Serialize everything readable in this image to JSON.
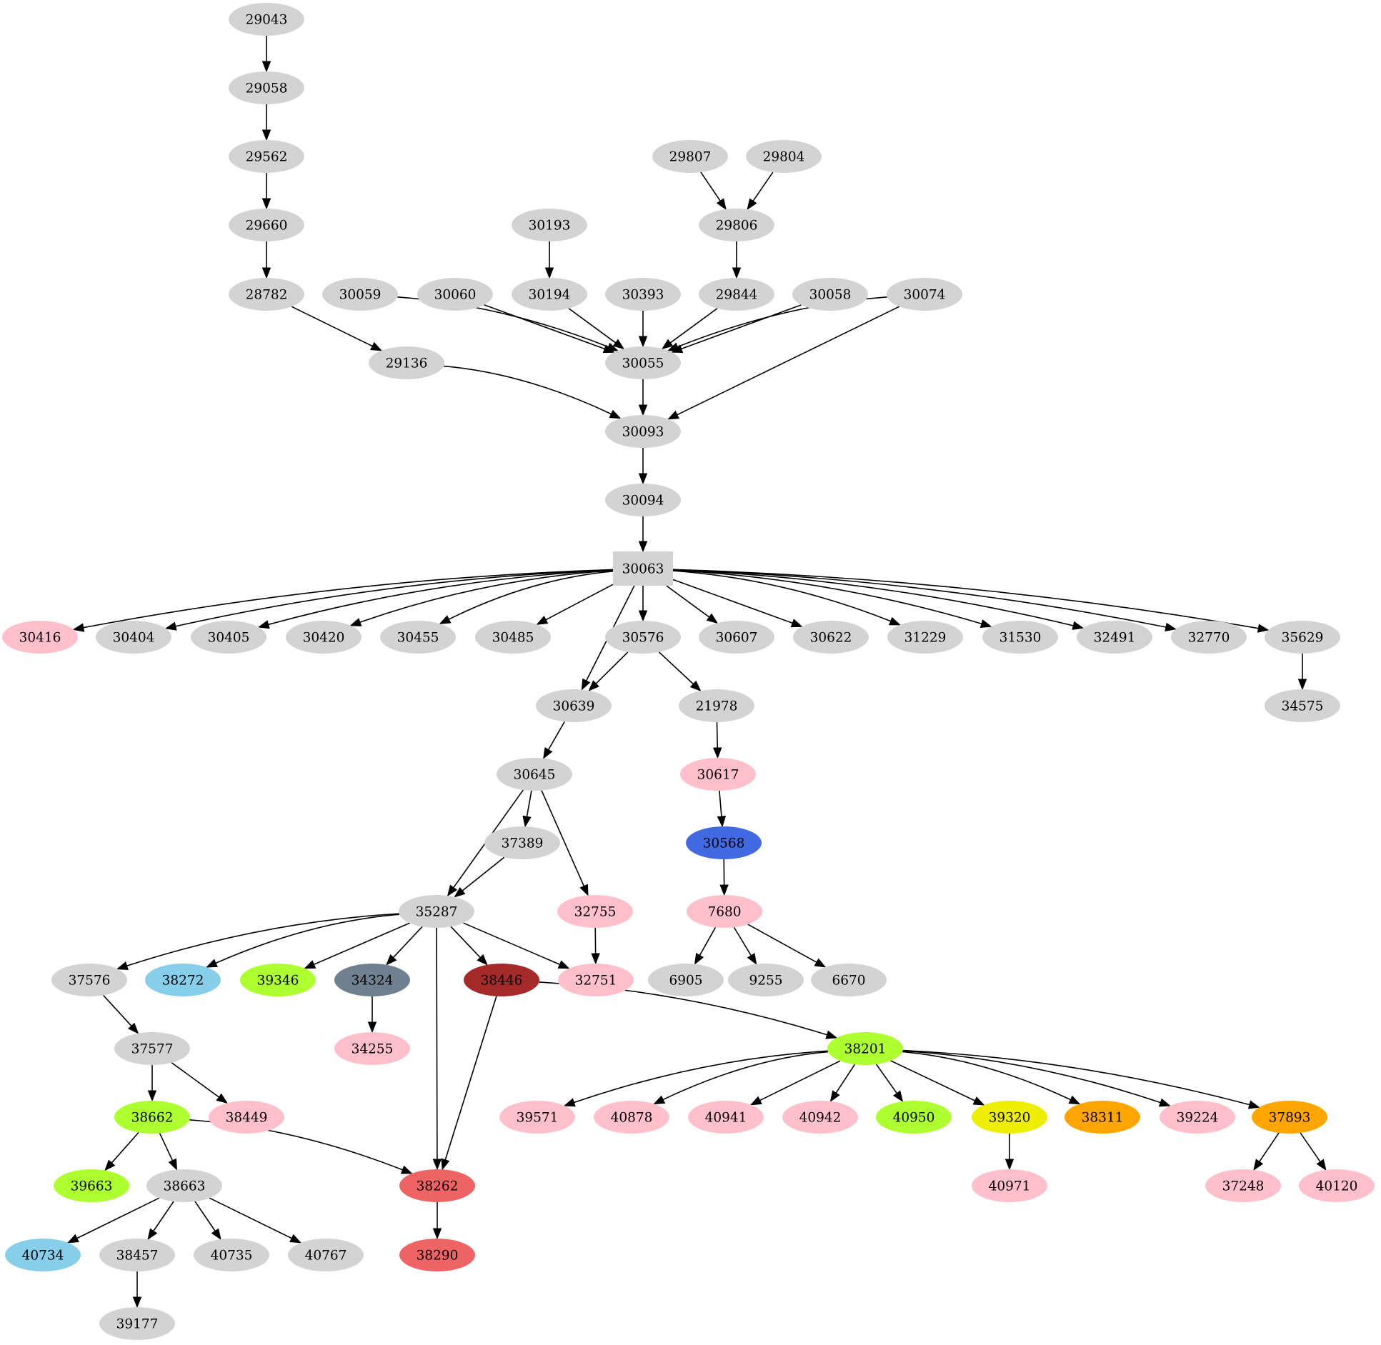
{
  "graph": {
    "type": "directed-graph",
    "default_node_color": "#d3d3d3",
    "nodes": [
      {
        "id": "29043",
        "color": "#d3d3d3",
        "shape": "ellipse"
      },
      {
        "id": "29058",
        "color": "#d3d3d3",
        "shape": "ellipse"
      },
      {
        "id": "29562",
        "color": "#d3d3d3",
        "shape": "ellipse"
      },
      {
        "id": "29660",
        "color": "#d3d3d3",
        "shape": "ellipse"
      },
      {
        "id": "28782",
        "color": "#d3d3d3",
        "shape": "ellipse"
      },
      {
        "id": "29807",
        "color": "#d3d3d3",
        "shape": "ellipse"
      },
      {
        "id": "29804",
        "color": "#d3d3d3",
        "shape": "ellipse"
      },
      {
        "id": "29806",
        "color": "#d3d3d3",
        "shape": "ellipse"
      },
      {
        "id": "30193",
        "color": "#d3d3d3",
        "shape": "ellipse"
      },
      {
        "id": "30059",
        "color": "#d3d3d3",
        "shape": "ellipse"
      },
      {
        "id": "30060",
        "color": "#d3d3d3",
        "shape": "ellipse"
      },
      {
        "id": "30194",
        "color": "#d3d3d3",
        "shape": "ellipse"
      },
      {
        "id": "30393",
        "color": "#d3d3d3",
        "shape": "ellipse"
      },
      {
        "id": "29844",
        "color": "#d3d3d3",
        "shape": "ellipse"
      },
      {
        "id": "30058",
        "color": "#d3d3d3",
        "shape": "ellipse"
      },
      {
        "id": "30074",
        "color": "#d3d3d3",
        "shape": "ellipse"
      },
      {
        "id": "29136",
        "color": "#d3d3d3",
        "shape": "ellipse"
      },
      {
        "id": "30055",
        "color": "#d3d3d3",
        "shape": "ellipse"
      },
      {
        "id": "30093",
        "color": "#d3d3d3",
        "shape": "ellipse"
      },
      {
        "id": "30094",
        "color": "#d3d3d3",
        "shape": "ellipse"
      },
      {
        "id": "30063",
        "color": "#d3d3d3",
        "shape": "box"
      },
      {
        "id": "30416",
        "color": "#ffc0cb",
        "shape": "ellipse"
      },
      {
        "id": "30404",
        "color": "#d3d3d3",
        "shape": "ellipse"
      },
      {
        "id": "30405",
        "color": "#d3d3d3",
        "shape": "ellipse"
      },
      {
        "id": "30420",
        "color": "#d3d3d3",
        "shape": "ellipse"
      },
      {
        "id": "30455",
        "color": "#d3d3d3",
        "shape": "ellipse"
      },
      {
        "id": "30485",
        "color": "#d3d3d3",
        "shape": "ellipse"
      },
      {
        "id": "30576",
        "color": "#d3d3d3",
        "shape": "ellipse"
      },
      {
        "id": "30607",
        "color": "#d3d3d3",
        "shape": "ellipse"
      },
      {
        "id": "30622",
        "color": "#d3d3d3",
        "shape": "ellipse"
      },
      {
        "id": "31229",
        "color": "#d3d3d3",
        "shape": "ellipse"
      },
      {
        "id": "31530",
        "color": "#d3d3d3",
        "shape": "ellipse"
      },
      {
        "id": "32491",
        "color": "#d3d3d3",
        "shape": "ellipse"
      },
      {
        "id": "32770",
        "color": "#d3d3d3",
        "shape": "ellipse"
      },
      {
        "id": "35629",
        "color": "#d3d3d3",
        "shape": "ellipse"
      },
      {
        "id": "30639",
        "color": "#d3d3d3",
        "shape": "ellipse"
      },
      {
        "id": "21978",
        "color": "#d3d3d3",
        "shape": "ellipse"
      },
      {
        "id": "34575",
        "color": "#d3d3d3",
        "shape": "ellipse"
      },
      {
        "id": "30645",
        "color": "#d3d3d3",
        "shape": "ellipse"
      },
      {
        "id": "30617",
        "color": "#ffc0cb",
        "shape": "ellipse"
      },
      {
        "id": "37389",
        "color": "#d3d3d3",
        "shape": "ellipse"
      },
      {
        "id": "30568",
        "color": "#4169e1",
        "shape": "ellipse"
      },
      {
        "id": "35287",
        "color": "#d3d3d3",
        "shape": "ellipse"
      },
      {
        "id": "32755",
        "color": "#ffc0cb",
        "shape": "ellipse"
      },
      {
        "id": "7680",
        "color": "#ffc0cb",
        "shape": "ellipse"
      },
      {
        "id": "37576",
        "color": "#d3d3d3",
        "shape": "ellipse"
      },
      {
        "id": "38272",
        "color": "#87ceeb",
        "shape": "ellipse"
      },
      {
        "id": "39346",
        "color": "#adff2f",
        "shape": "ellipse"
      },
      {
        "id": "34324",
        "color": "#708090",
        "shape": "ellipse"
      },
      {
        "id": "38446",
        "color": "#a52a2a",
        "shape": "ellipse"
      },
      {
        "id": "32751",
        "color": "#ffc0cb",
        "shape": "ellipse"
      },
      {
        "id": "6905",
        "color": "#d3d3d3",
        "shape": "ellipse"
      },
      {
        "id": "9255",
        "color": "#d3d3d3",
        "shape": "ellipse"
      },
      {
        "id": "6670",
        "color": "#d3d3d3",
        "shape": "ellipse"
      },
      {
        "id": "37577",
        "color": "#d3d3d3",
        "shape": "ellipse"
      },
      {
        "id": "34255",
        "color": "#ffc0cb",
        "shape": "ellipse"
      },
      {
        "id": "38201",
        "color": "#adff2f",
        "shape": "ellipse"
      },
      {
        "id": "38662",
        "color": "#adff2f",
        "shape": "ellipse"
      },
      {
        "id": "38449",
        "color": "#ffc0cb",
        "shape": "ellipse"
      },
      {
        "id": "39571",
        "color": "#ffc0cb",
        "shape": "ellipse"
      },
      {
        "id": "40878",
        "color": "#ffc0cb",
        "shape": "ellipse"
      },
      {
        "id": "40941",
        "color": "#ffc0cb",
        "shape": "ellipse"
      },
      {
        "id": "40942",
        "color": "#ffc0cb",
        "shape": "ellipse"
      },
      {
        "id": "40950",
        "color": "#adff2f",
        "shape": "ellipse"
      },
      {
        "id": "39320",
        "color": "#eeee00",
        "shape": "ellipse"
      },
      {
        "id": "38311",
        "color": "#ffa500",
        "shape": "ellipse"
      },
      {
        "id": "39224",
        "color": "#ffc0cb",
        "shape": "ellipse"
      },
      {
        "id": "37893",
        "color": "#ffa500",
        "shape": "ellipse"
      },
      {
        "id": "39663",
        "color": "#adff2f",
        "shape": "ellipse"
      },
      {
        "id": "38663",
        "color": "#d3d3d3",
        "shape": "ellipse"
      },
      {
        "id": "38262",
        "color": "#ee6363",
        "shape": "ellipse"
      },
      {
        "id": "40971",
        "color": "#ffc0cb",
        "shape": "ellipse"
      },
      {
        "id": "37248",
        "color": "#ffc0cb",
        "shape": "ellipse"
      },
      {
        "id": "40120",
        "color": "#ffc0cb",
        "shape": "ellipse"
      },
      {
        "id": "40734",
        "color": "#87ceeb",
        "shape": "ellipse"
      },
      {
        "id": "38457",
        "color": "#d3d3d3",
        "shape": "ellipse"
      },
      {
        "id": "40735",
        "color": "#d3d3d3",
        "shape": "ellipse"
      },
      {
        "id": "40767",
        "color": "#d3d3d3",
        "shape": "ellipse"
      },
      {
        "id": "38290",
        "color": "#ee6363",
        "shape": "ellipse"
      },
      {
        "id": "39177",
        "color": "#d3d3d3",
        "shape": "ellipse"
      }
    ],
    "edges": [
      [
        "29043",
        "29058"
      ],
      [
        "29058",
        "29562"
      ],
      [
        "29562",
        "29660"
      ],
      [
        "29660",
        "28782"
      ],
      [
        "28782",
        "29136"
      ],
      [
        "29807",
        "29806"
      ],
      [
        "29804",
        "29806"
      ],
      [
        "29806",
        "29844"
      ],
      [
        "30193",
        "30194"
      ],
      [
        "30059",
        "30055"
      ],
      [
        "30060",
        "30055"
      ],
      [
        "30194",
        "30055"
      ],
      [
        "30393",
        "30055"
      ],
      [
        "29844",
        "30055"
      ],
      [
        "30058",
        "30055"
      ],
      [
        "30074",
        "30055"
      ],
      [
        "30074",
        "30093"
      ],
      [
        "29136",
        "30093"
      ],
      [
        "30055",
        "30093"
      ],
      [
        "30093",
        "30094"
      ],
      [
        "30094",
        "30063"
      ],
      [
        "30063",
        "30416"
      ],
      [
        "30063",
        "30404"
      ],
      [
        "30063",
        "30405"
      ],
      [
        "30063",
        "30420"
      ],
      [
        "30063",
        "30455"
      ],
      [
        "30063",
        "30485"
      ],
      [
        "30063",
        "30639"
      ],
      [
        "30063",
        "30576"
      ],
      [
        "30063",
        "30607"
      ],
      [
        "30063",
        "30622"
      ],
      [
        "30063",
        "31229"
      ],
      [
        "30063",
        "31530"
      ],
      [
        "30063",
        "32491"
      ],
      [
        "30063",
        "32770"
      ],
      [
        "30063",
        "35629"
      ],
      [
        "30576",
        "30639"
      ],
      [
        "30576",
        "21978"
      ],
      [
        "35629",
        "34575"
      ],
      [
        "30639",
        "30645"
      ],
      [
        "21978",
        "30617"
      ],
      [
        "30617",
        "30568"
      ],
      [
        "30568",
        "7680"
      ],
      [
        "30645",
        "35287"
      ],
      [
        "30645",
        "37389"
      ],
      [
        "30645",
        "32755"
      ],
      [
        "37389",
        "35287"
      ],
      [
        "32755",
        "32751"
      ],
      [
        "7680",
        "6905"
      ],
      [
        "7680",
        "9255"
      ],
      [
        "7680",
        "6670"
      ],
      [
        "35287",
        "37576"
      ],
      [
        "35287",
        "38272"
      ],
      [
        "35287",
        "39346"
      ],
      [
        "35287",
        "34324"
      ],
      [
        "35287",
        "38262"
      ],
      [
        "35287",
        "38446"
      ],
      [
        "35287",
        "32751"
      ],
      [
        "34324",
        "34255"
      ],
      [
        "37576",
        "37577"
      ],
      [
        "38446",
        "38201"
      ],
      [
        "38446",
        "38262"
      ],
      [
        "37577",
        "38662"
      ],
      [
        "37577",
        "38449"
      ],
      [
        "38201",
        "39571"
      ],
      [
        "38201",
        "40878"
      ],
      [
        "38201",
        "40941"
      ],
      [
        "38201",
        "40942"
      ],
      [
        "38201",
        "40950"
      ],
      [
        "38201",
        "39320"
      ],
      [
        "38201",
        "38311"
      ],
      [
        "38201",
        "39224"
      ],
      [
        "38201",
        "37893"
      ],
      [
        "39320",
        "40971"
      ],
      [
        "37893",
        "37248"
      ],
      [
        "37893",
        "40120"
      ],
      [
        "38662",
        "39663"
      ],
      [
        "38662",
        "38663"
      ],
      [
        "38662",
        "38262"
      ],
      [
        "38663",
        "40734"
      ],
      [
        "38663",
        "38457"
      ],
      [
        "38663",
        "40735"
      ],
      [
        "38663",
        "40767"
      ],
      [
        "38262",
        "38290"
      ],
      [
        "38457",
        "39177"
      ]
    ]
  }
}
